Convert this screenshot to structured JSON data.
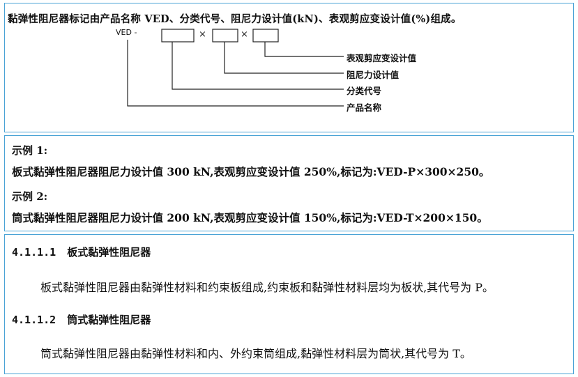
{
  "designation": {
    "intro": "黏弹性阻尼器标记由产品名称 VED、分类代号、阻尼力设计值(kN)、表观剪应变设计值(%)组成。",
    "ved": "VED",
    "dash": "-",
    "times": "×",
    "labels": {
      "strain": "表观剪应变设计值",
      "force": "阻尼力设计值",
      "class": "分类代号",
      "product": "产品名称"
    }
  },
  "examples": {
    "ex1_title": "示例 1:",
    "ex1_text": "板式黏弹性阻尼器阻尼力设计值 300 kN,表观剪应变设计值 250%,标记为:VED-P×300×250。",
    "ex2_title": "示例 2:",
    "ex2_text": "筒式黏弹性阻尼器阻尼力设计值 200 kN,表观剪应变设计值 150%,标记为:VED-T×200×150。"
  },
  "sections": [
    {
      "number": "4.1.1.1",
      "title": "板式黏弹性阻尼器",
      "text": "板式黏弹性阻尼器由黏弹性材料和约束板组成,约束板和黏弹性材料层均为板状,其代号为 P。"
    },
    {
      "number": "4.1.1.2",
      "title": "筒式黏弹性阻尼器",
      "text": "筒式黏弹性阻尼器由黏弹性材料和内、外约束筒组成,黏弹性材料层为筒状,其代号为 T。"
    }
  ]
}
